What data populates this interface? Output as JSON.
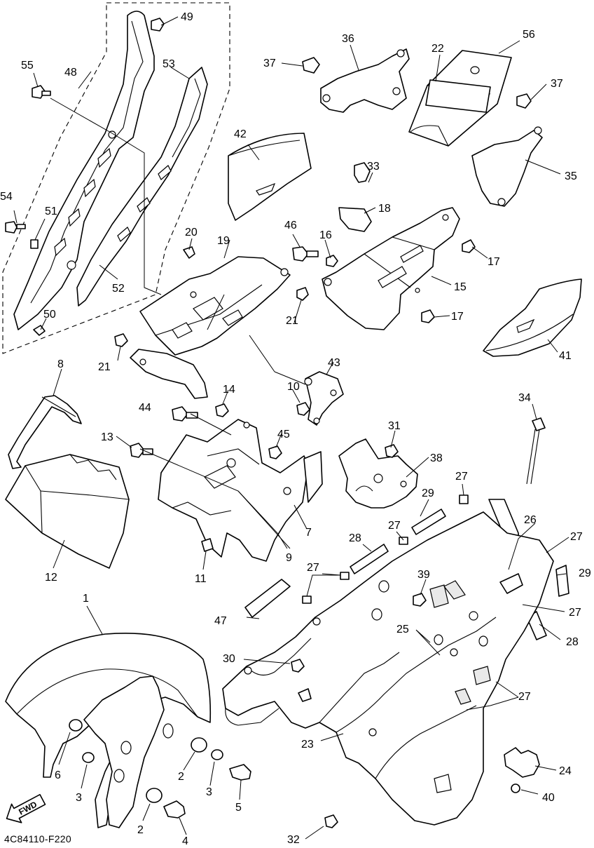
{
  "diagram": {
    "code": "4C84110-F220",
    "direction_badge": "FWD",
    "callouts": [
      "1",
      "2",
      "3",
      "4",
      "5",
      "6",
      "7",
      "8",
      "9",
      "10",
      "11",
      "12",
      "13",
      "14",
      "15",
      "16",
      "17",
      "18",
      "19",
      "20",
      "21",
      "22",
      "23",
      "24",
      "25",
      "26",
      "27",
      "28",
      "29",
      "30",
      "31",
      "32",
      "33",
      "34",
      "35",
      "36",
      "37",
      "38",
      "39",
      "40",
      "41",
      "42",
      "43",
      "44",
      "45",
      "46",
      "47",
      "48",
      "49",
      "50",
      "51",
      "52",
      "53",
      "54",
      "55",
      "56"
    ]
  },
  "callout_text": {
    "c1": "1",
    "c2a": "2",
    "c2b": "2",
    "c3a": "3",
    "c3b": "3",
    "c4": "4",
    "c5": "5",
    "c6": "6",
    "c7": "7",
    "c8": "8",
    "c9": "9",
    "c10": "10",
    "c11": "11",
    "c12": "12",
    "c13": "13",
    "c14": "14",
    "c15": "15",
    "c16": "16",
    "c17a": "17",
    "c17b": "17",
    "c18": "18",
    "c19": "19",
    "c20": "20",
    "c21a": "21",
    "c21b": "21",
    "c22": "22",
    "c23": "23",
    "c24": "24",
    "c25": "25",
    "c26": "26",
    "c27a": "27",
    "c27b": "27",
    "c27c": "27",
    "c27d": "27",
    "c27e": "27",
    "c27f": "27",
    "c28a": "28",
    "c28b": "28",
    "c29a": "29",
    "c29b": "29",
    "c30": "30",
    "c31": "31",
    "c32": "32",
    "c33": "33",
    "c34": "34",
    "c35": "35",
    "c36": "36",
    "c37a": "37",
    "c37b": "37",
    "c38": "38",
    "c39": "39",
    "c40": "40",
    "c41": "41",
    "c42": "42",
    "c43": "43",
    "c44": "44",
    "c45": "45",
    "c46": "46",
    "c47": "47",
    "c48": "48",
    "c49": "49",
    "c50": "50",
    "c51": "51",
    "c52": "52",
    "c53": "53",
    "c54": "54",
    "c55": "55",
    "c56": "56"
  }
}
